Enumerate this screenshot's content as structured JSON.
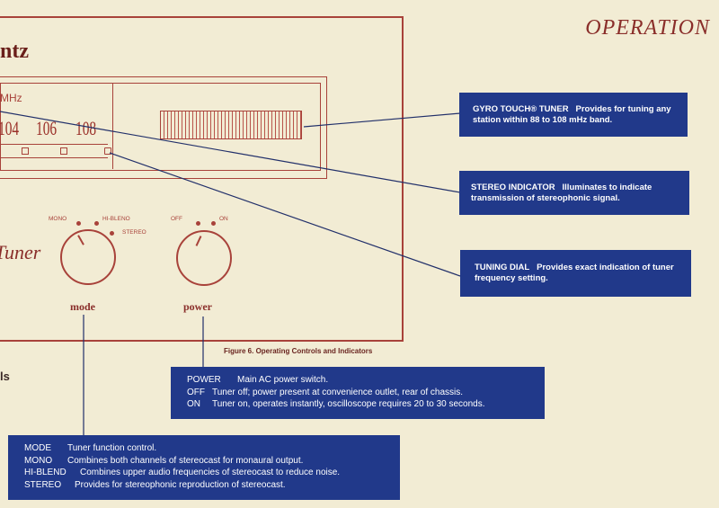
{
  "page_title": "OPERATION",
  "panel": {
    "brand_fragment": "ntz",
    "band_unit": "MHz",
    "frequency_marks": [
      "104",
      "106",
      "108"
    ],
    "script_fragment": "Tuner",
    "mode_knob": {
      "name": "mode",
      "positions": [
        "MONO",
        "HI-BLENO",
        "STEREO"
      ]
    },
    "power_knob": {
      "name": "power",
      "positions": [
        "OFF",
        "ON"
      ]
    }
  },
  "callouts": {
    "gyro": {
      "title": "GYRO TOUCH® TUNER",
      "text": "Provides for tuning any station within 88 to 108 mHz band."
    },
    "stereo_indicator": {
      "title": "STEREO INDICATOR",
      "text": "Illuminates to indicate transmission of stereophonic signal."
    },
    "tuning_dial": {
      "title": "TUNING DIAL",
      "text": "Provides exact indication of tuner frequency setting."
    }
  },
  "figure_caption": "Figure 6. Operating Controls and Indicators",
  "edge_fragment": "ls",
  "power_box": {
    "rows": [
      {
        "key": "POWER",
        "text": "Main AC power switch."
      },
      {
        "key": "OFF",
        "text": "Tuner off; power present at convenience outlet, rear of chassis."
      },
      {
        "key": "ON",
        "text": "Tuner on, operates instantly, oscilloscope requires 20 to 30 seconds."
      }
    ]
  },
  "mode_box": {
    "rows": [
      {
        "key": "MODE",
        "text": "Tuner function control."
      },
      {
        "key": "MONO",
        "text": "Combines both channels of stereocast for monaural output."
      },
      {
        "key": "HI-BLEND",
        "text": "Combines upper audio frequencies of stereocast to reduce noise."
      },
      {
        "key": "STEREO",
        "text": "Provides for stereophonic reproduction of stereocast."
      }
    ]
  },
  "colors": {
    "page_bg": "#f2ecd4",
    "panel_line": "#a8423a",
    "callout_bg": "#21398a",
    "callout_text": "#ffffff"
  }
}
